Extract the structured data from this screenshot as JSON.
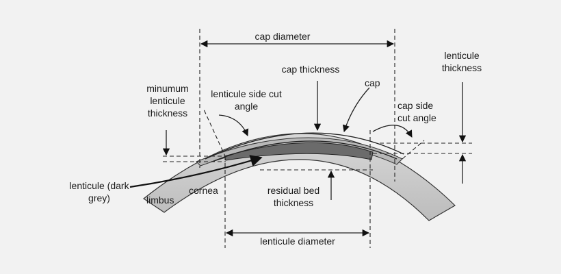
{
  "labels": {
    "cap_diameter": "cap diameter",
    "cap_thickness": "cap thickness",
    "cap": "cap",
    "lenticule_thickness": "lenticule thickness",
    "minimum_lenticule_thickness": "minumum lenticule thickness",
    "lenticule_side_cut_angle": "lenticule side cut angle",
    "cap_side_cut_angle": "cap side cut angle",
    "lenticule": "lenticule (dark grey)",
    "limbus": "limbus",
    "cornea": "cornea",
    "residual_bed_thickness": "residual bed thickness",
    "lenticule_diameter": "lenticule diameter"
  },
  "colors": {
    "background": "#f2f2f2",
    "cornea_fill": "#c9c9c9",
    "cap_fill": "#b9b9b9",
    "lenticule_fill": "#6b6b6b",
    "line": "#222222"
  }
}
